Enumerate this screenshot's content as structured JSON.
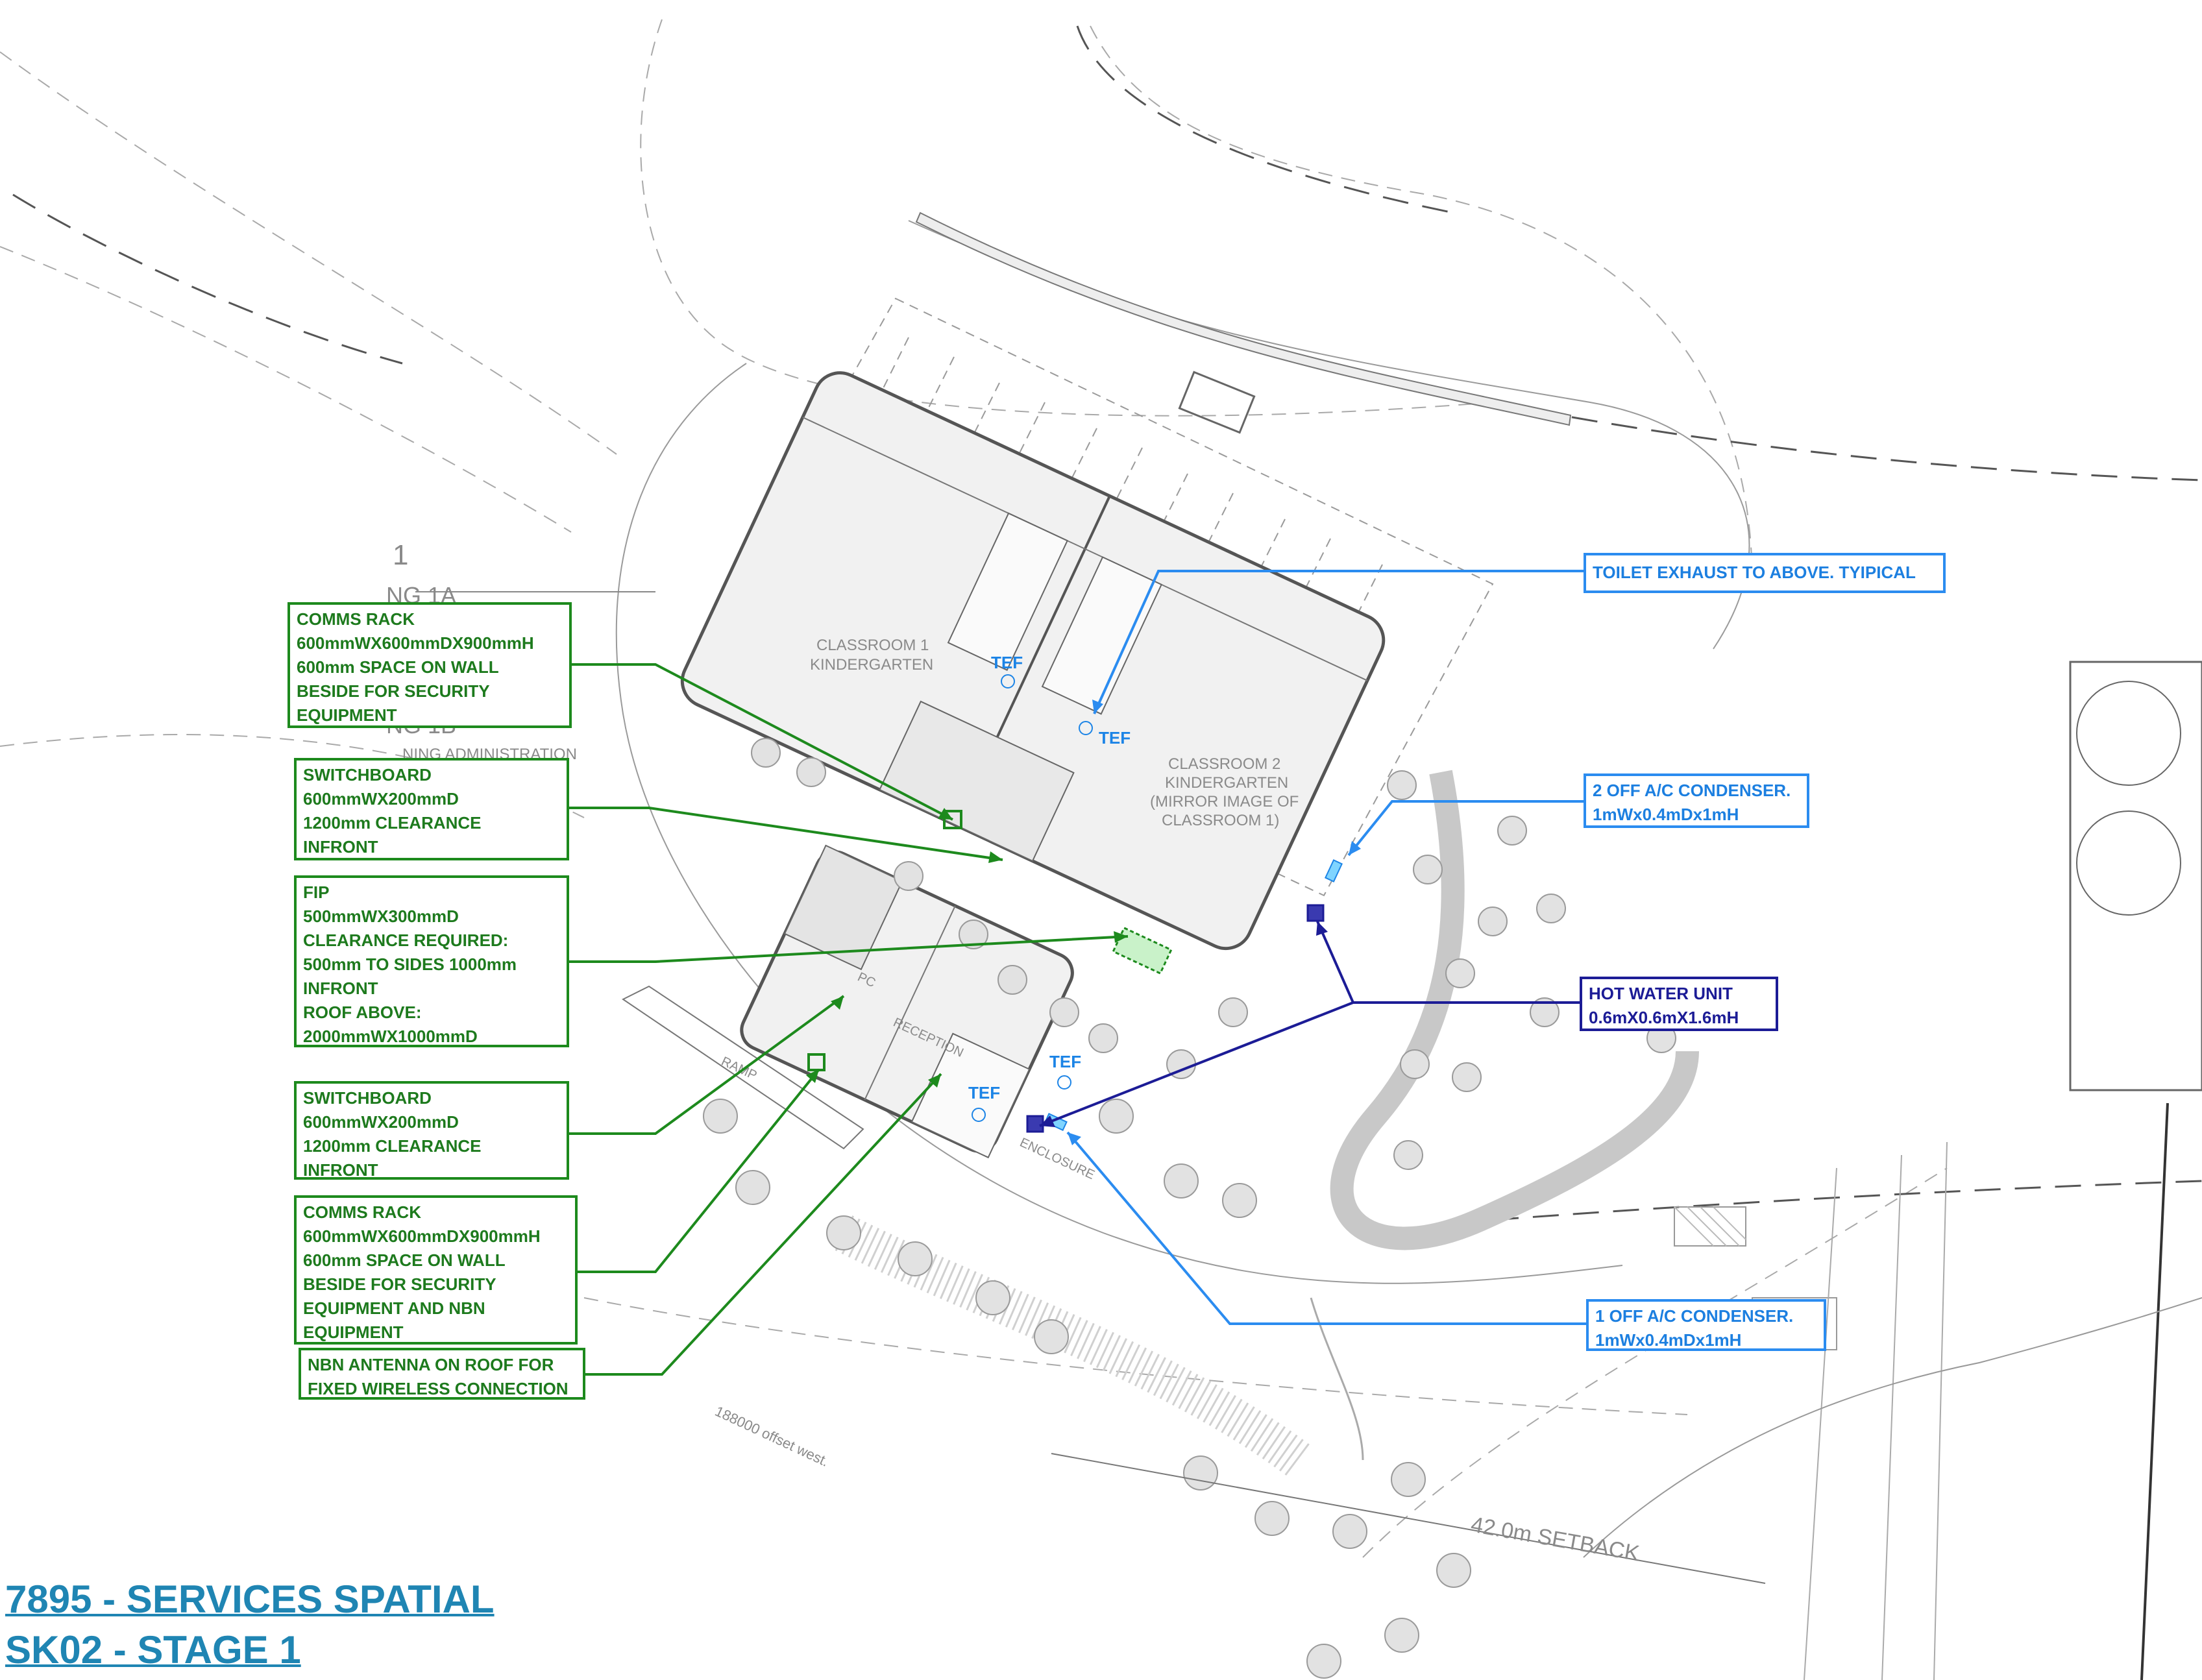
{
  "title": {
    "line1": "7895 - SERVICES SPATIAL",
    "line2": "SK02 - STAGE 1"
  },
  "callouts": {
    "comms_rack_1": "COMMS RACK\n600mmWX600mmDX900mmH\n600mm SPACE ON WALL\nBESIDE FOR SECURITY\nEQUIPMENT",
    "switchboard_1": "SWITCHBOARD\n600mmWX200mmD\n1200mm CLEARANCE\nINFRONT",
    "fip": "FIP\n500mmWX300mmD\nCLEARANCE REQUIRED:\n500mm TO SIDES 1000mm\nINFRONT\nROOF ABOVE:\n2000mmWX1000mmD",
    "switchboard_2": "SWITCHBOARD\n600mmWX200mmD\n1200mm CLEARANCE\nINFRONT",
    "comms_rack_2": "COMMS RACK\n600mmWX600mmDX900mmH\n600mm SPACE ON WALL\nBESIDE FOR SECURITY\nEQUIPMENT AND NBN\nEQUIPMENT",
    "nbn_antenna": "NBN ANTENNA ON ROOF FOR\nFIXED WIRELESS CONNECTION",
    "toilet_exhaust": "TOILET EXHAUST TO ABOVE. TYIPICAL",
    "ac_condenser_2": "2 OFF A/C CONDENSER.\n1mWx0.4mDx1mH",
    "hot_water": "HOT WATER UNIT\n0.6mX0.6mX1.6mH",
    "ac_condenser_1": "1 OFF A/C CONDENSER.\n1mWx0.4mDx1mH"
  },
  "plan_labels": {
    "classroom1_a": "CLASSROOM 1",
    "classroom1_b": "KINDERGARTEN",
    "classroom2_a": "CLASSROOM 2",
    "classroom2_b": "KINDERGARTEN",
    "classroom2_c": "(MIRROR IMAGE OF",
    "classroom2_d": "CLASSROOM 1)",
    "tef": "TEF",
    "reception": "RECEPTION",
    "pc": "PC",
    "ramp": "RAMP",
    "enclosure": "ENCLOSURE",
    "setback": "42.0m SETBACK",
    "offset": "188000 offset west.",
    "bldg_num": "1",
    "ng1a": "NG 1A",
    "ng1b": "NG 1B",
    "admin": "NING ADMINISTRATION"
  },
  "colors": {
    "green": "#1d8a1d",
    "blue": "#2b8cf0",
    "navy": "#1c1c96",
    "title": "#1f85b3",
    "plan_line": "#8a8a8a"
  }
}
